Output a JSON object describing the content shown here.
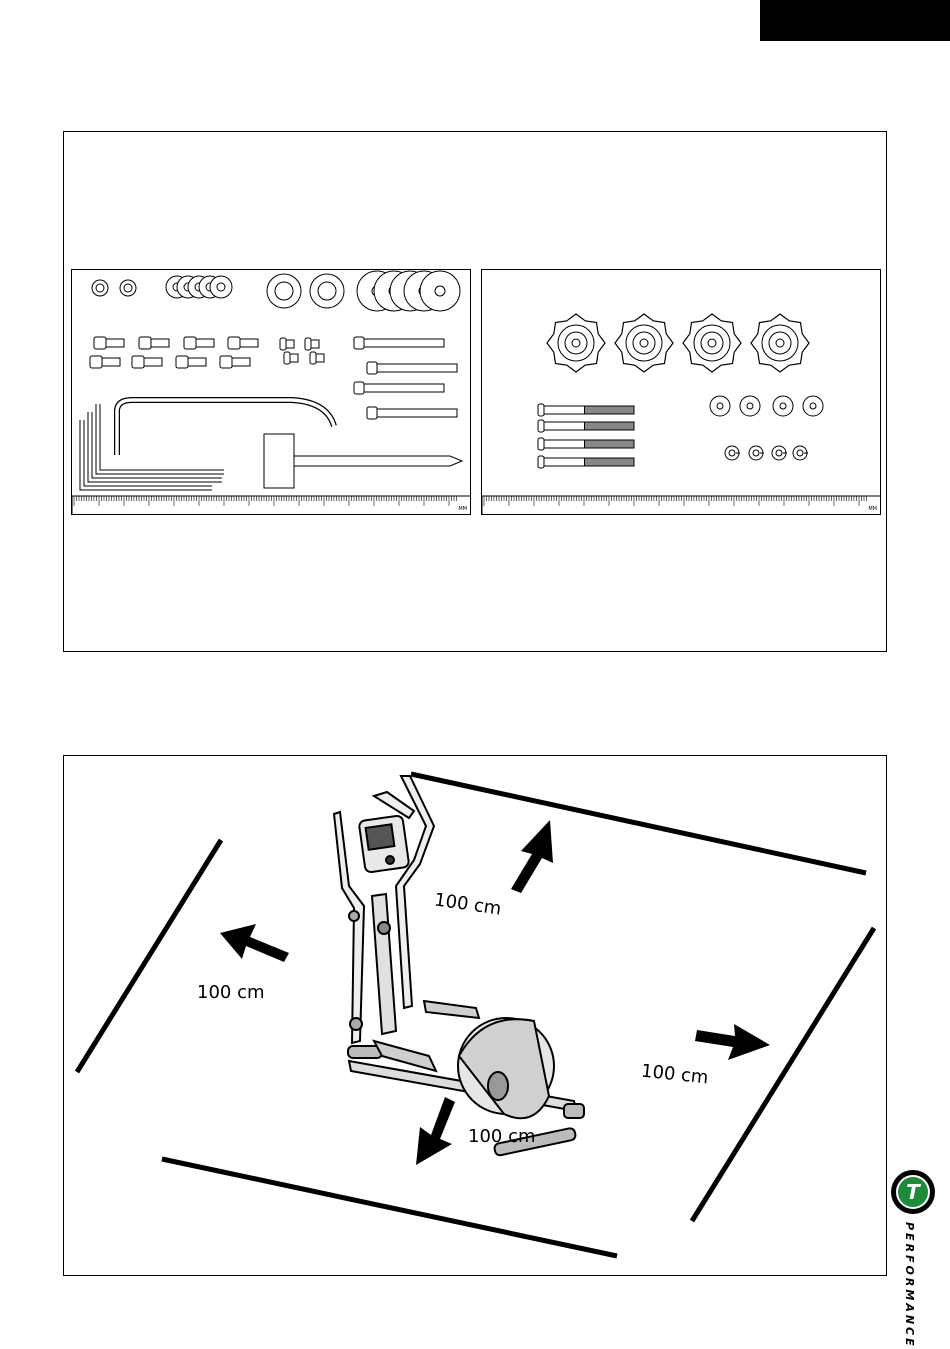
{
  "header": {
    "tab_color": "#000000"
  },
  "hardware": {
    "left_panel": {
      "scale_label": "MM"
    },
    "right_panel": {
      "scale_label": "MM"
    }
  },
  "clearance": {
    "labels": [
      "100 cm",
      "100 cm",
      "100 cm",
      "100 cm"
    ]
  },
  "brand": {
    "logo_letter": "T",
    "logo_text": "PERFORMANCE",
    "accent_color": "#1e8a3a"
  }
}
